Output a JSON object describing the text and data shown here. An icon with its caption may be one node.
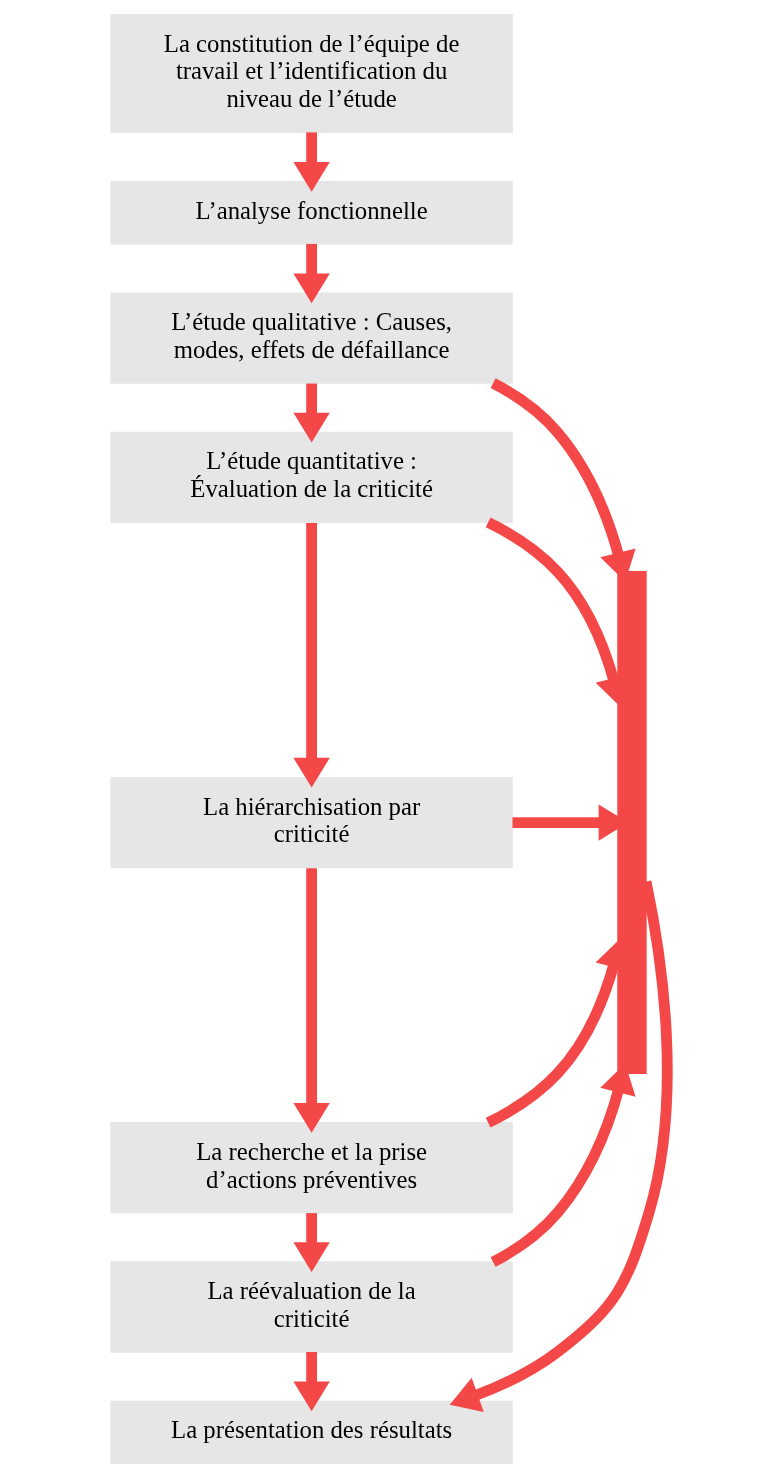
{
  "diagram": {
    "nodes": [
      {
        "text": [
          "La constitution de l’équipe de travail et l’identification du niveau de l’étude"
        ]
      },
      {
        "text": [
          "L’analyse fonctionnelle"
        ]
      },
      {
        "text": [
          "L’étude qualitative : Causes, modes, effets de défaillance"
        ]
      },
      {
        "text": [
          "L’étude quantitative : Évaluation de la criticité"
        ]
      },
      {
        "text": [
          "La hiérarchisation par criticité"
        ]
      },
      {
        "text": [
          "La recherche et la prise d’actions préventives"
        ]
      },
      {
        "text": [
          "La réévaluation de la criticité"
        ]
      },
      {
        "text": [
          "La présentation des résultats"
        ]
      },
      {
        "text": [],
        "shape": "bar"
      }
    ],
    "edges": [
      {
        "from": 0,
        "to": 1,
        "arrow": "to"
      },
      {
        "from": 1,
        "to": 2,
        "arrow": "to"
      },
      {
        "from": 2,
        "to": 3,
        "arrow": "to"
      },
      {
        "from": 3,
        "to": 4,
        "arrow": "to"
      },
      {
        "from": 4,
        "to": 5,
        "arrow": "to"
      },
      {
        "from": 5,
        "to": 6,
        "arrow": "to"
      },
      {
        "from": 6,
        "to": 7,
        "arrow": "to"
      },
      {
        "from": 2,
        "to": 8,
        "arrow": "to"
      },
      {
        "from": 3,
        "to": 8,
        "arrow": "to"
      },
      {
        "from": 4,
        "to": 8,
        "arrow": "to"
      },
      {
        "from": 5,
        "to": 8,
        "arrow": "to"
      },
      {
        "from": 6,
        "to": 8,
        "arrow": "to"
      },
      {
        "from": 8,
        "to": 7,
        "arrow": "to"
      }
    ]
  }
}
